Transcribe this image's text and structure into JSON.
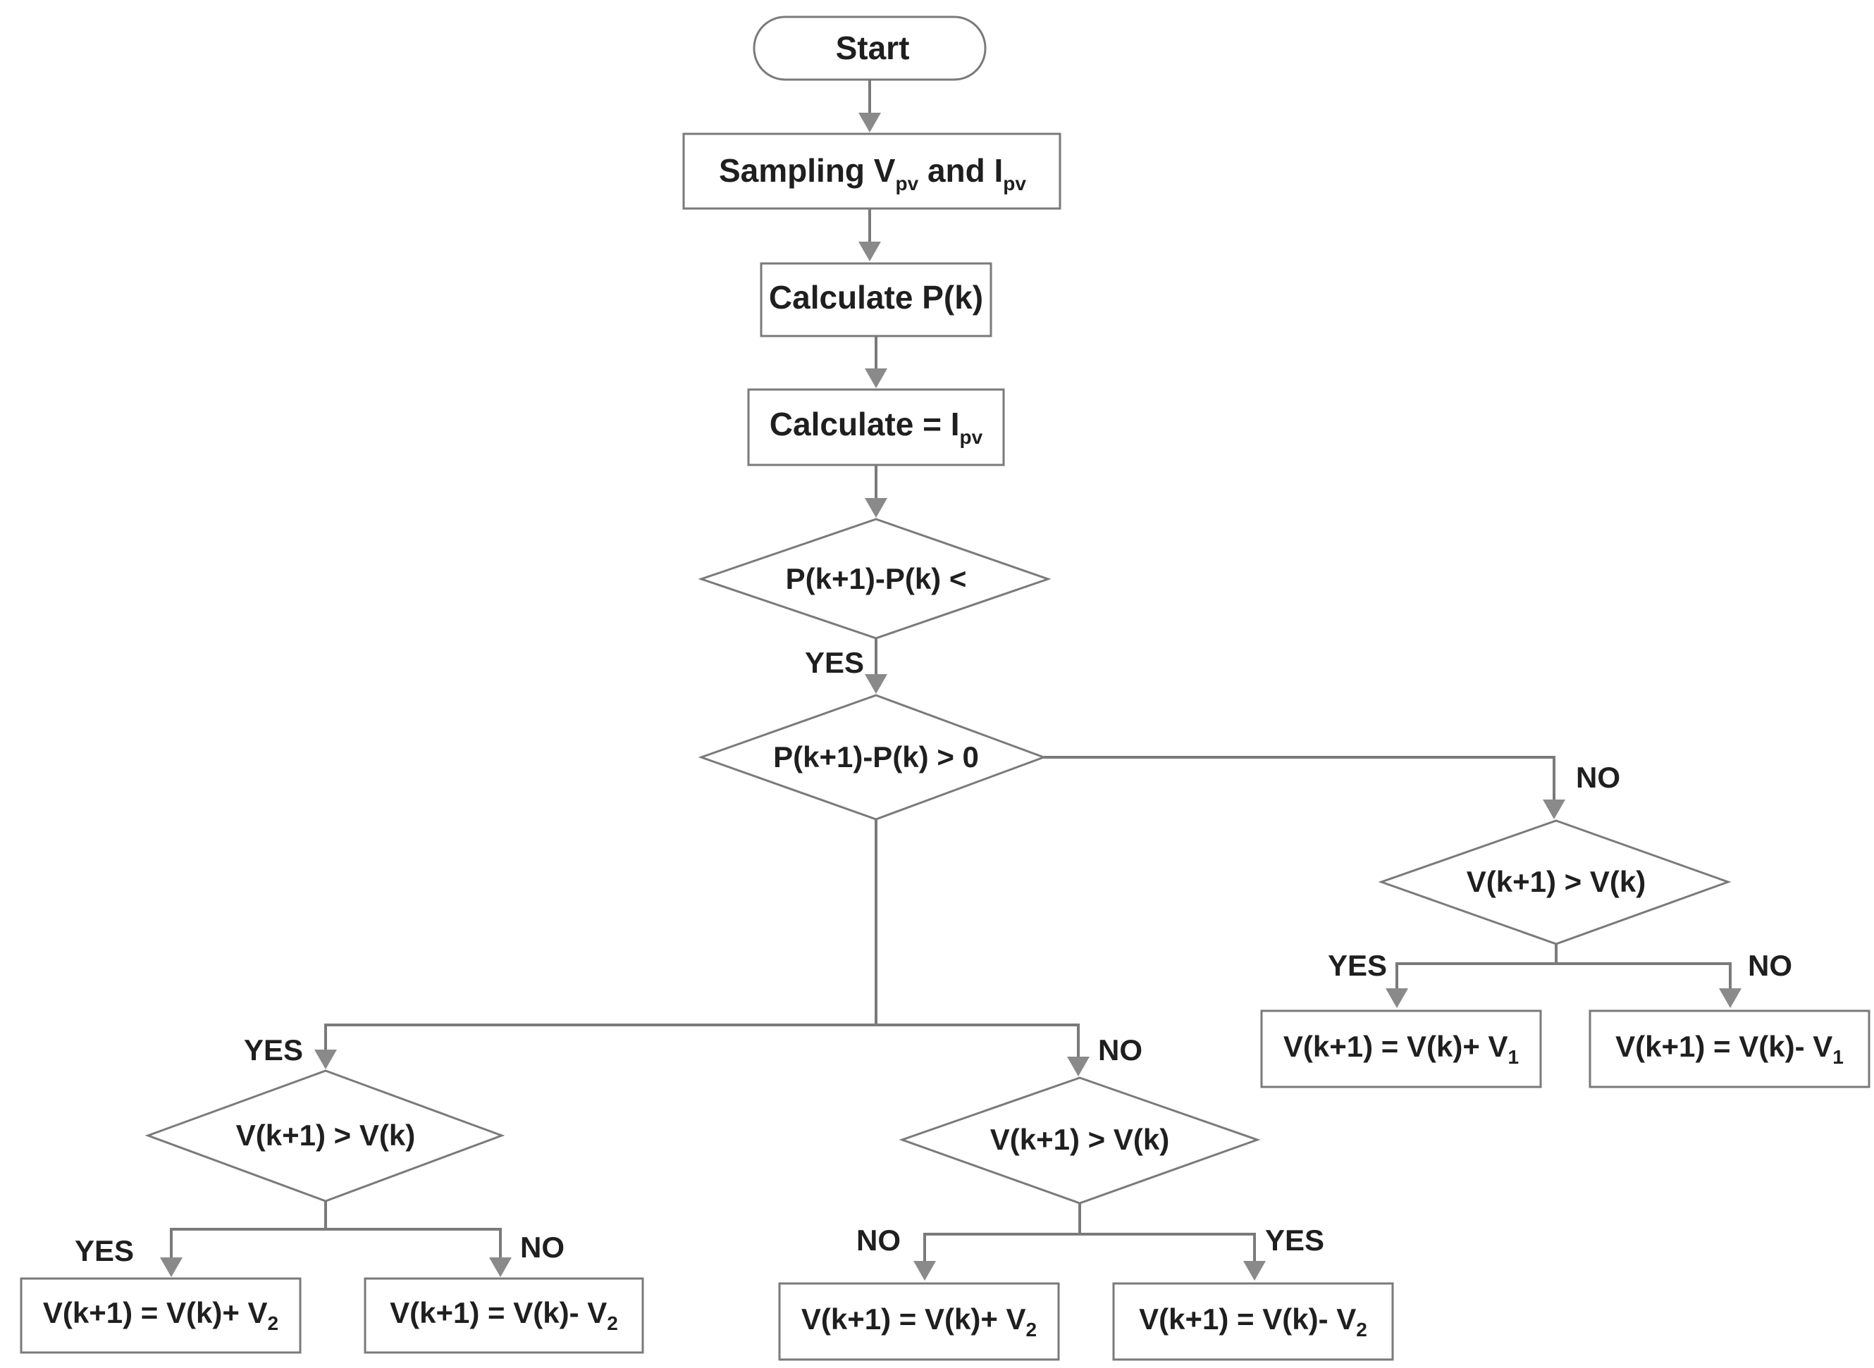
{
  "nodes": {
    "start": "Start",
    "sampling": {
      "prefix": "Sampling V",
      "sub1": "pv",
      "mid": " and I",
      "sub2": "pv"
    },
    "calc_p": "Calculate P(k)",
    "calc_i": {
      "prefix": "Calculate  =  I",
      "sub": "pv"
    },
    "d1": "P(k+1)-P(k) <",
    "d2": "P(k+1)-P(k) > 0",
    "d_right": "V(k+1) > V(k)",
    "d_left": "V(k+1) > V(k)",
    "d_mid": "V(k+1) > V(k)",
    "r_yes": {
      "text": "V(k+1) = V(k)+   V",
      "sub": "1"
    },
    "r_no": {
      "text": "V(k+1) = V(k)-   V",
      "sub": "1"
    },
    "l_yes": {
      "text": "V(k+1) = V(k)+   V",
      "sub": "2"
    },
    "l_no": {
      "text": "V(k+1) = V(k)-   V",
      "sub": "2"
    },
    "m_no": {
      "text": "V(k+1) = V(k)+   V",
      "sub": "2"
    },
    "m_yes": {
      "text": "V(k+1) = V(k)-   V",
      "sub": "2"
    }
  },
  "labels": {
    "yes_main": "YES",
    "no_right": "NO",
    "yes_r": "YES",
    "no_r": "NO",
    "yes_left": "YES",
    "no_mid": "NO",
    "yes_l": "YES",
    "no_l": "NO",
    "no_m": "NO",
    "yes_m": "YES"
  },
  "colors": {
    "stroke": "#7a7a7a",
    "arrowhead": "#8a8a8a",
    "text": "#1f1f1f"
  }
}
